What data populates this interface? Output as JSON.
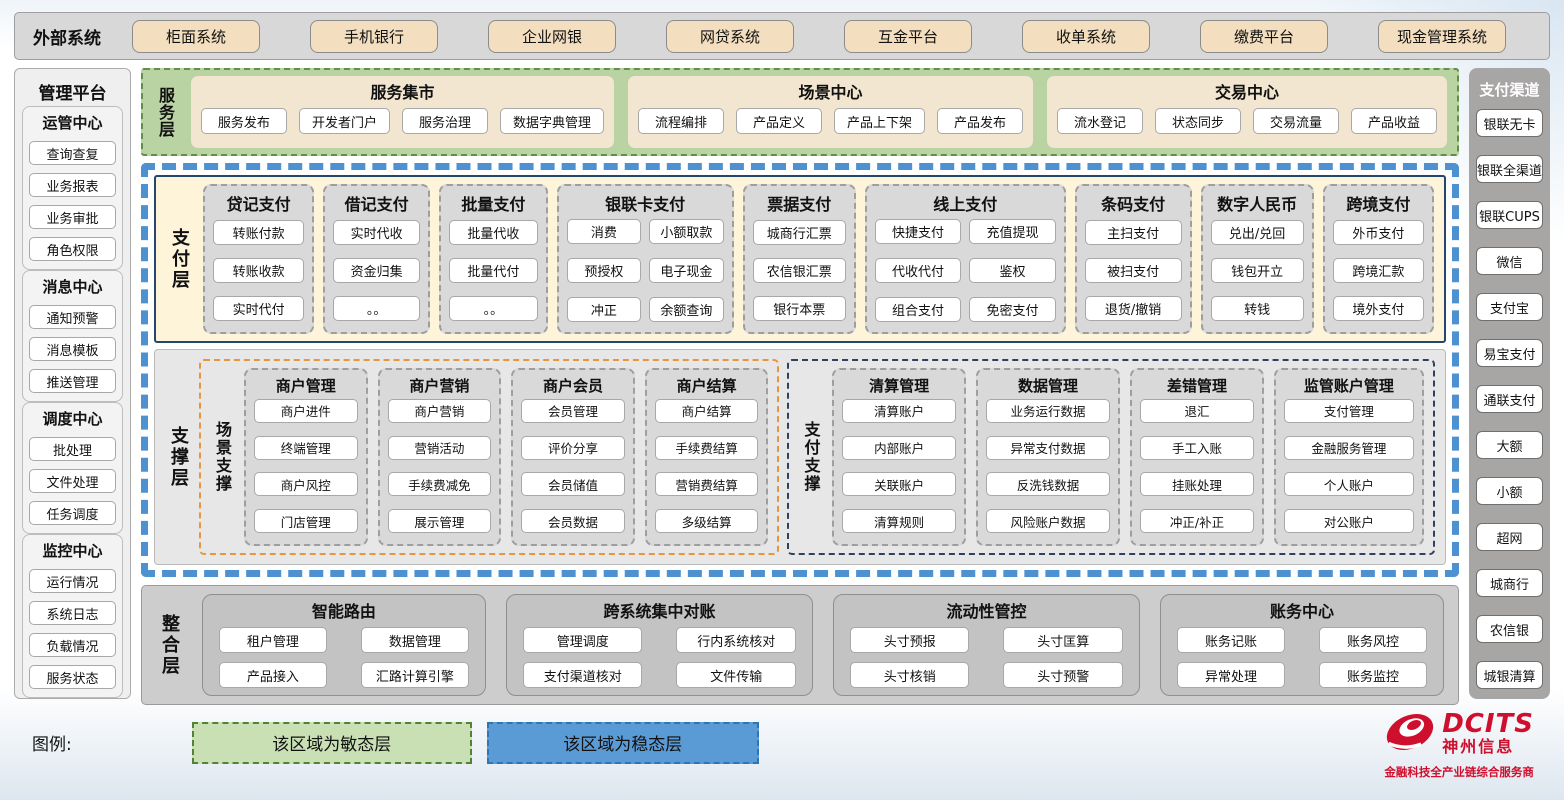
{
  "external_systems": {
    "label": "外部系统",
    "items": [
      "柜面系统",
      "手机银行",
      "企业网银",
      "网贷系统",
      "互金平台",
      "收单系统",
      "缴费平台",
      "现金管理系统"
    ]
  },
  "management_platform": {
    "title": "管理平台",
    "groups": [
      {
        "title": "运管中心",
        "items": [
          "查询查复",
          "业务报表",
          "业务审批",
          "角色权限"
        ]
      },
      {
        "title": "消息中心",
        "items": [
          "通知预警",
          "消息模板",
          "推送管理"
        ]
      },
      {
        "title": "调度中心",
        "items": [
          "批处理",
          "文件处理",
          "任务调度"
        ]
      },
      {
        "title": "监控中心",
        "items": [
          "运行情况",
          "系统日志",
          "负载情况",
          "服务状态"
        ]
      }
    ]
  },
  "service_layer": {
    "label": "服务层",
    "sections": [
      {
        "title": "服务集市",
        "items": [
          "服务发布",
          "开发者门户",
          "服务治理",
          "数据字典管理"
        ]
      },
      {
        "title": "场景中心",
        "items": [
          "流程编排",
          "产品定义",
          "产品上下架",
          "产品发布"
        ]
      },
      {
        "title": "交易中心",
        "items": [
          "流水登记",
          "状态同步",
          "交易流量",
          "产品收益"
        ]
      }
    ]
  },
  "payment_layer": {
    "label": "支付层",
    "columns": [
      {
        "title": "贷记支付",
        "cols": 1,
        "items": [
          "转账付款",
          "转账收款",
          "实时代付"
        ]
      },
      {
        "title": "借记支付",
        "cols": 1,
        "items": [
          "实时代收",
          "资金归集",
          "。。"
        ]
      },
      {
        "title": "批量支付",
        "cols": 1,
        "items": [
          "批量代收",
          "批量代付",
          "。。"
        ]
      },
      {
        "title": "银联卡支付",
        "cols": 2,
        "items": [
          "消费",
          "小额取款",
          "预授权",
          "电子现金",
          "冲正",
          "余额查询"
        ]
      },
      {
        "title": "票据支付",
        "cols": 1,
        "items": [
          "城商行汇票",
          "农信银汇票",
          "银行本票"
        ]
      },
      {
        "title": "线上支付",
        "cols": 2,
        "items": [
          "快捷支付",
          "充值提现",
          "代收代付",
          "鉴权",
          "组合支付",
          "免密支付"
        ]
      },
      {
        "title": "条码支付",
        "cols": 1,
        "items": [
          "主扫支付",
          "被扫支付",
          "退货/撤销"
        ]
      },
      {
        "title": "数字人民币",
        "cols": 1,
        "items": [
          "兑出/兑回",
          "钱包开立",
          "转钱"
        ]
      },
      {
        "title": "跨境支付",
        "cols": 1,
        "items": [
          "外币支付",
          "跨境汇款",
          "境外支付"
        ]
      }
    ]
  },
  "support_layer": {
    "label": "支撑层",
    "groups": [
      {
        "label": "场景支撑",
        "columns": [
          {
            "title": "商户管理",
            "items": [
              "商户进件",
              "终端管理",
              "商户风控",
              "门店管理"
            ]
          },
          {
            "title": "商户营销",
            "items": [
              "商户营销",
              "营销活动",
              "手续费减免",
              "展示管理"
            ]
          },
          {
            "title": "商户会员",
            "items": [
              "会员管理",
              "评价分享",
              "会员储值",
              "会员数据"
            ]
          },
          {
            "title": "商户结算",
            "items": [
              "商户结算",
              "手续费结算",
              "营销费结算",
              "多级结算"
            ]
          }
        ]
      },
      {
        "label": "支付支撑",
        "columns": [
          {
            "title": "清算管理",
            "items": [
              "清算账户",
              "内部账户",
              "关联账户",
              "清算规则"
            ]
          },
          {
            "title": "数据管理",
            "items": [
              "业务运行数据",
              "异常支付数据",
              "反洗钱数据",
              "风险账户数据"
            ]
          },
          {
            "title": "差错管理",
            "items": [
              "退汇",
              "手工入账",
              "挂账处理",
              "冲正/补正"
            ]
          },
          {
            "title": "监管账户管理",
            "items": [
              "支付管理",
              "金融服务管理",
              "个人账户",
              "对公账户"
            ]
          }
        ]
      }
    ]
  },
  "integration_layer": {
    "label": "整合层",
    "sections": [
      {
        "title": "智能路由",
        "items": [
          "租户管理",
          "数据管理",
          "产品接入",
          "汇路计算引擎"
        ]
      },
      {
        "title": "跨系统集中对账",
        "items": [
          "管理调度",
          "行内系统核对",
          "支付渠道核对",
          "文件传输"
        ]
      },
      {
        "title": "流动性管控",
        "items": [
          "头寸预报",
          "头寸匡算",
          "头寸核销",
          "头寸预警"
        ]
      },
      {
        "title": "账务中心",
        "items": [
          "账务记账",
          "账务风控",
          "异常处理",
          "账务监控"
        ]
      }
    ]
  },
  "payment_channels": {
    "title": "支付渠道",
    "items": [
      "银联无卡",
      "银联全渠道",
      "银联CUPS",
      "微信",
      "支付宝",
      "易宝支付",
      "通联支付",
      "大额",
      "小额",
      "超网",
      "城商行",
      "农信银",
      "城银清算"
    ]
  },
  "legend": {
    "label": "图例:",
    "agile_label": "该区域为敏态层",
    "stable_label": "该区域为稳态层"
  },
  "logo": {
    "brand": "DCITS",
    "company": "神州信息",
    "tagline": "金融科技全产业链综合服务商"
  },
  "colors": {
    "agile_green": "#c9e0b5",
    "stable_blue": "#5b9bd5",
    "payment_cream": "#fdf4d9",
    "scene_orange": "#e8963c",
    "support_navy": "#31405f",
    "brand_red": "#cf0f2e"
  }
}
